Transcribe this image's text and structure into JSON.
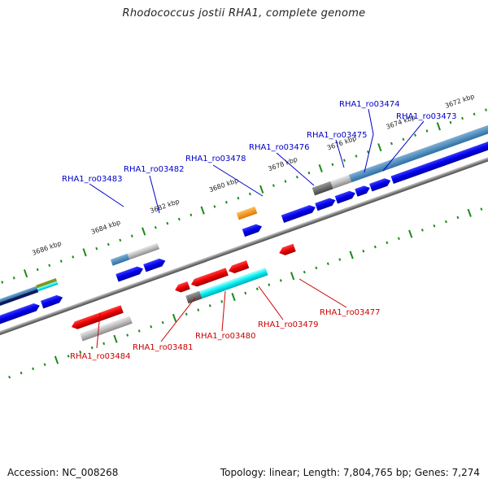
{
  "title": "Rhodococcus jostii RHA1, complete genome",
  "footer": {
    "accession": "Accession: NC_008268",
    "summary": "Topology: linear; Length: 7,804,765 bp; Genes: 7,274"
  },
  "scale_labels": [
    "3686 kbp",
    "3684 kbp",
    "3682 kbp",
    "3680 kbp",
    "3678 kbp",
    "3676 kbp",
    "3674 kbp",
    "3672 kbp"
  ],
  "colors": {
    "forward_label": "#0000c8",
    "reverse_label": "#cc0000",
    "forward_gene": "#0000ee",
    "reverse_gene": "#ee0000",
    "backbone": "#808080",
    "tick": "#1a8a1a"
  },
  "forward_genes": [
    "RHA1_ro03483",
    "RHA1_ro03482",
    "RHA1_ro03478",
    "RHA1_ro03476",
    "RHA1_ro03475",
    "RHA1_ro03474",
    "RHA1_ro03473"
  ],
  "reverse_genes": [
    "RHA1_ro03484",
    "RHA1_ro03481",
    "RHA1_ro03480",
    "RHA1_ro03479",
    "RHA1_ro03477"
  ]
}
